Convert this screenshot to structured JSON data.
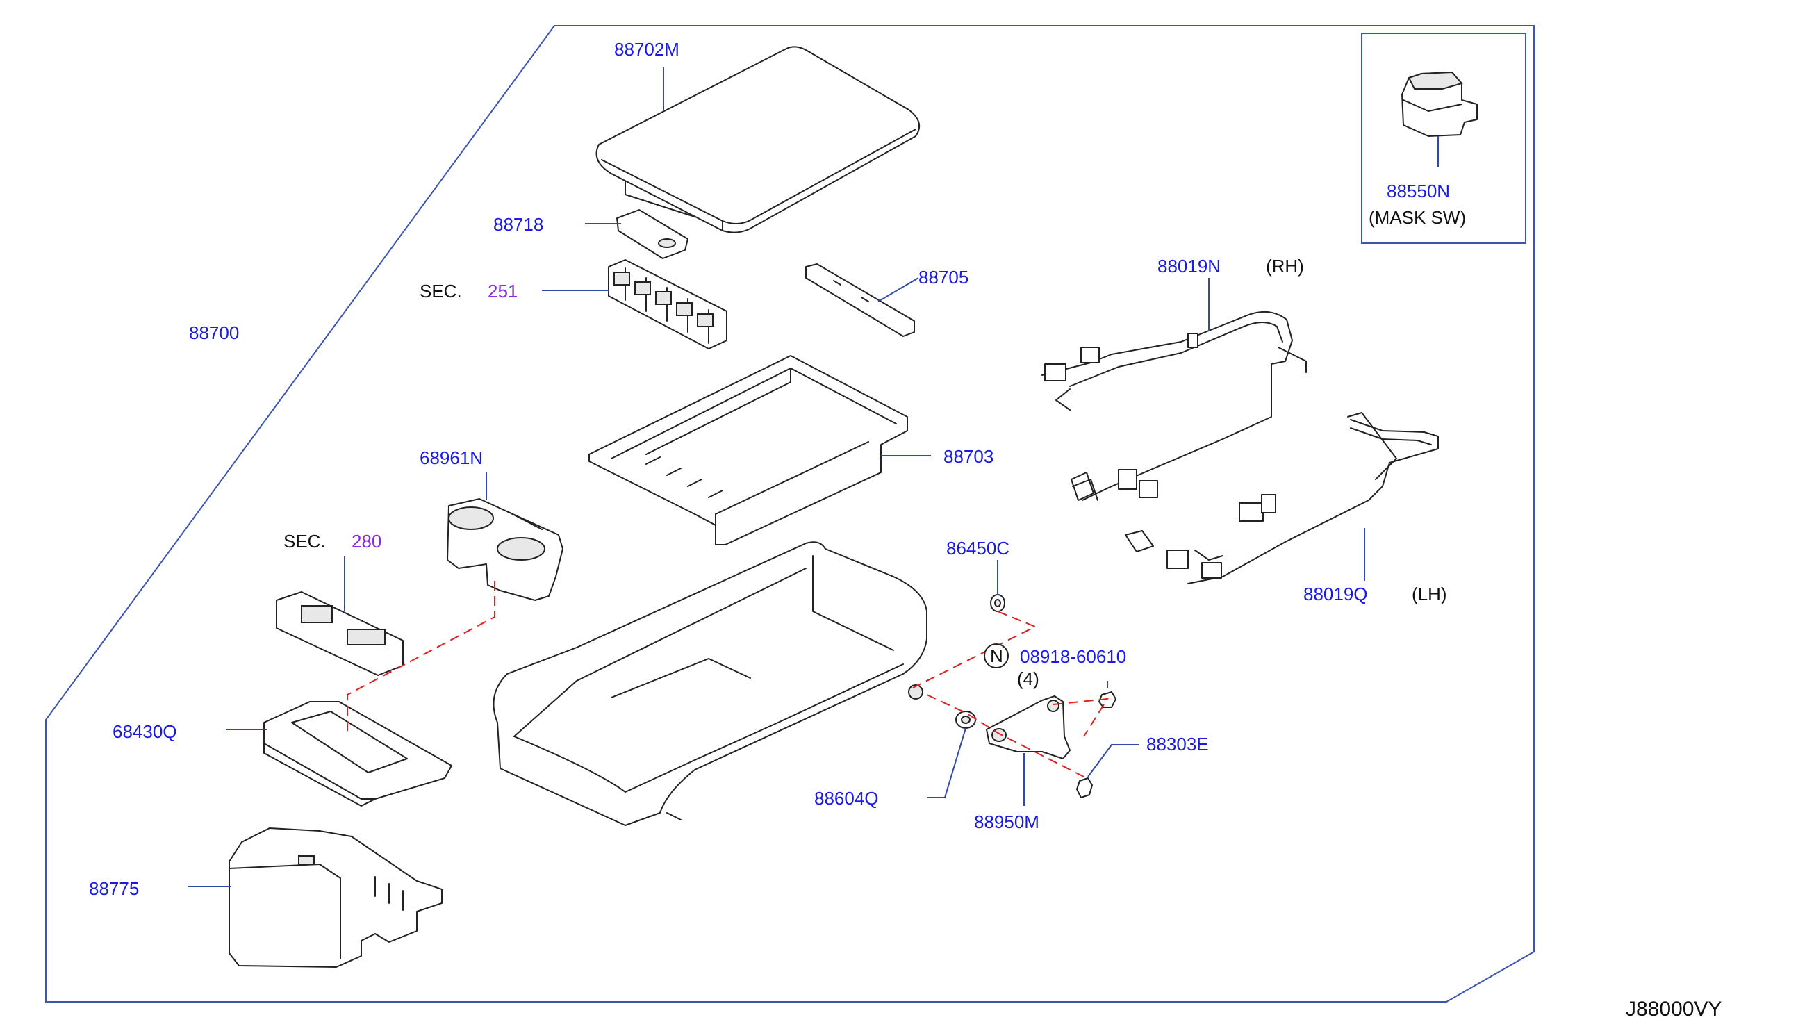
{
  "labels": {
    "p88702M": "88702M",
    "p88718": "88718",
    "sec251_prefix": "SEC.",
    "sec251_num": "251",
    "p88705": "88705",
    "p88700": "88700",
    "p68961N": "68961N",
    "p88703": "88703",
    "sec280_prefix": "SEC.",
    "sec280_num": "280",
    "p86450C": "86450C",
    "p68430Q": "68430Q",
    "n_circle": "N",
    "p08918": "08918-60610",
    "qty4": "(4)",
    "p88303E": "88303E",
    "p88604Q": "88604Q",
    "p88950M": "88950M",
    "p88775": "88775",
    "p88019N": "88019N",
    "rh": "(RH)",
    "p88019Q": "88019Q",
    "lh": "(LH)",
    "p88550N": "88550N",
    "mask_sw": "(MASK   SW)",
    "diagram_code": "J88000VY"
  },
  "colors": {
    "label": "#1a1ae6",
    "section": "#8a2be2",
    "leader": "#2f4aa8",
    "dashed": "#e02020",
    "line": "#222222"
  }
}
